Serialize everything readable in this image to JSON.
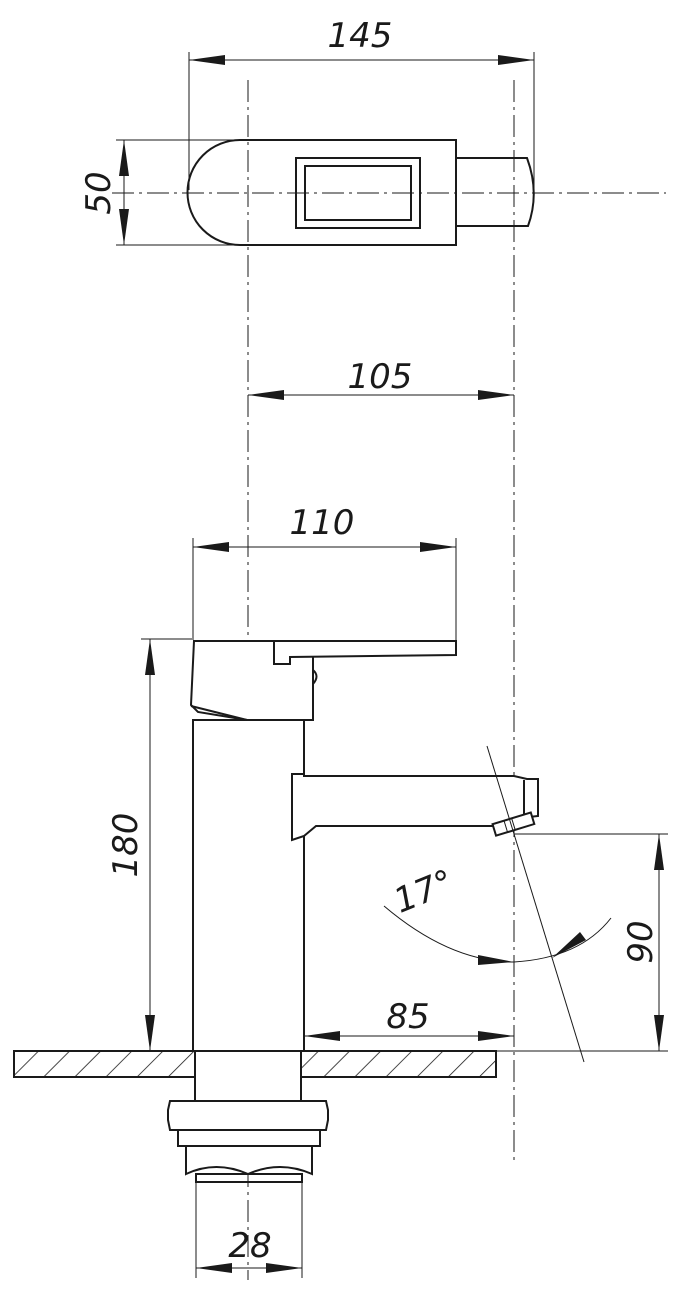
{
  "drawing": {
    "dimensions": {
      "overall_length": "145",
      "head_width": "50",
      "spout_reach_top": "105",
      "lever_length": "110",
      "height": "180",
      "spout_angle": "17°",
      "spout_height": "90",
      "spout_reach_side": "85",
      "thread_diameter": "28"
    }
  }
}
